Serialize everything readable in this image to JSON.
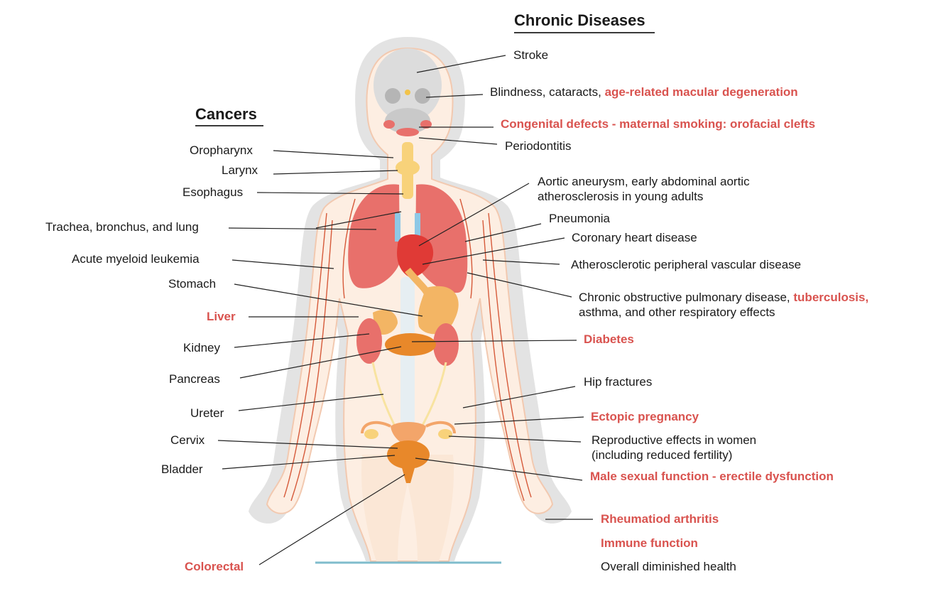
{
  "headers": {
    "chronic": "Chronic Diseases",
    "cancers": "Cancers"
  },
  "cancers": {
    "oropharynx": "Oropharynx",
    "larynx": "Larynx",
    "esophagus": "Esophagus",
    "lung": "Trachea, bronchus, and lung",
    "aml": "Acute myeloid leukemia",
    "stomach": "Stomach",
    "liver": "Liver",
    "kidney": "Kidney",
    "pancreas": "Pancreas",
    "ureter": "Ureter",
    "cervix": "Cervix",
    "bladder": "Bladder",
    "colorectal": "Colorectal"
  },
  "chronic": {
    "stroke": "Stroke",
    "blindness_a": "Blindness, cataracts,",
    "blindness_b": "age-related macular degeneration",
    "congenital": "Congenital defects - maternal smoking: orofacial clefts",
    "periodontitis": "Periodontitis",
    "aortic_1": "Aortic aneurysm, early abdominal aortic",
    "aortic_2": "atherosclerosis in young adults",
    "pneumonia": "Pneumonia",
    "chd": "Coronary heart disease",
    "pvd": "Atherosclerotic peripheral vascular disease",
    "copd_a": "Chronic obstructive pulmonary disease,",
    "copd_b": "tuberculosis,",
    "copd_2": "asthma, and other respiratory effects",
    "diabetes": "Diabetes",
    "hip": "Hip fractures",
    "ectopic": "Ectopic pregnancy",
    "repro_1": "Reproductive effects in women",
    "repro_2": "(including reduced fertility)",
    "male": "Male sexual function - erectile dysfunction",
    "ra": "Rheumatiod arthritis",
    "immune": "Immune function",
    "overall": "Overall diminished health"
  },
  "colors": {
    "highlight": "#d9534f",
    "text": "#1a1a1a",
    "silhouette_outer": "#e3e3e3",
    "skin": "#fdeee2",
    "lung": "#e8706b",
    "heart": "#e03a36",
    "organ_orange": "#e8882a",
    "gland_yellow": "#f8d27a",
    "ground": "#7fbccc"
  }
}
